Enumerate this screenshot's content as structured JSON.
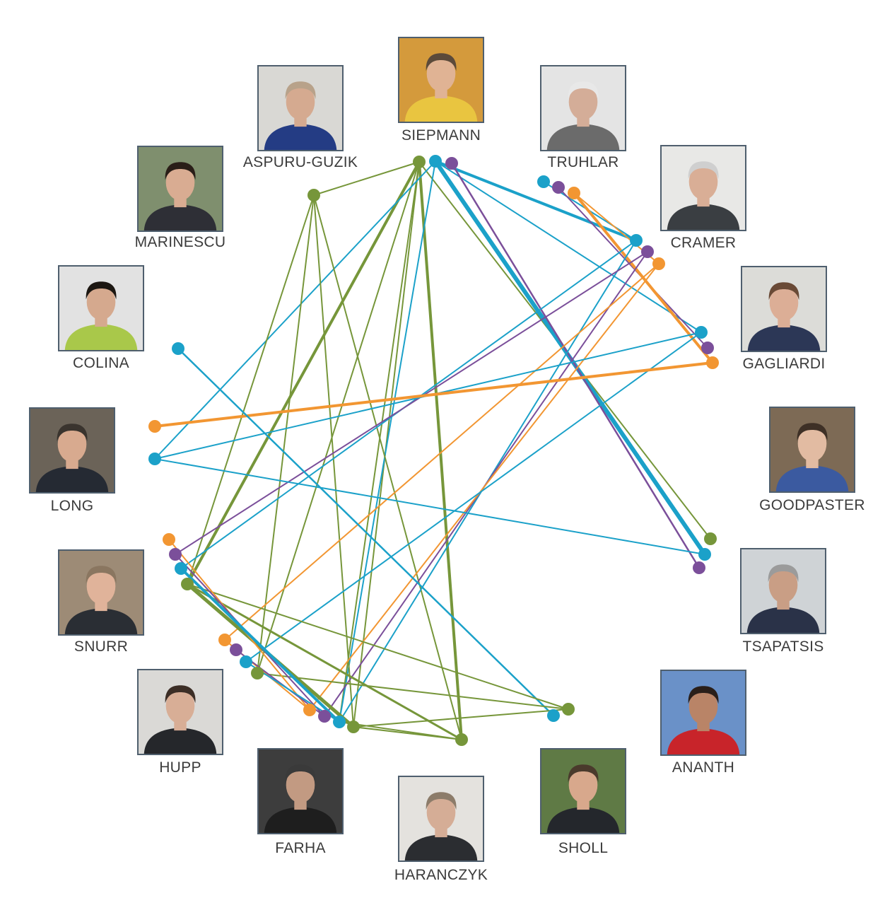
{
  "colors": {
    "green": "#76963a",
    "blue": "#1ba1c9",
    "purple": "#7b4f9a",
    "orange": "#f29632",
    "frame": "#4f5f6e",
    "label": "#3b3b3b"
  },
  "members": [
    {
      "id": "siepmann",
      "name": "SIEPMANN",
      "bg": "#d49a3c",
      "skin": "#e0b394",
      "hair": "#5b4a3a",
      "shirt": "#e9c540"
    },
    {
      "id": "truhlar",
      "name": "TRUHLAR",
      "bg": "#e4e4e4",
      "skin": "#d4ad98",
      "hair": "#e8e8e8",
      "shirt": "#6b6b6b"
    },
    {
      "id": "cramer",
      "name": "CRAMER",
      "bg": "#e8e8e6",
      "skin": "#d9ae96",
      "hair": "#cfcfcf",
      "shirt": "#3a3e42"
    },
    {
      "id": "gagliardi",
      "name": "GAGLIARDI",
      "bg": "#dcdcd8",
      "skin": "#dcae96",
      "hair": "#6a4a36",
      "shirt": "#2c3756"
    },
    {
      "id": "goodpaster",
      "name": "GOODPASTER",
      "bg": "#7d6a55",
      "skin": "#e2bba2",
      "hair": "#3e3026",
      "shirt": "#3b5aa0"
    },
    {
      "id": "tsapatsis",
      "name": "TSAPATSIS",
      "bg": "#cfd3d6",
      "skin": "#c99e85",
      "hair": "#9b9b9b",
      "shirt": "#2a3248"
    },
    {
      "id": "ananth",
      "name": "ANANTH",
      "bg": "#6a91c8",
      "skin": "#b98467",
      "hair": "#2a1f1a",
      "shirt": "#c8242a"
    },
    {
      "id": "sholl",
      "name": "SHOLL",
      "bg": "#5f7a45",
      "skin": "#d8a88c",
      "hair": "#4a3a2c",
      "shirt": "#24272c"
    },
    {
      "id": "haranczyk",
      "name": "HARANCZYK",
      "bg": "#e4e2de",
      "skin": "#d5ad96",
      "hair": "#8c7c6a",
      "shirt": "#2b2d31"
    },
    {
      "id": "farha",
      "name": "FARHA",
      "bg": "#3d3d3d",
      "skin": "#c29a82",
      "hair": "#3a3a3a",
      "shirt": "#1e1e1e"
    },
    {
      "id": "hupp",
      "name": "HUPP",
      "bg": "#dad9d6",
      "skin": "#d8ae96",
      "hair": "#3c2e26",
      "shirt": "#25272b"
    },
    {
      "id": "snurr",
      "name": "SNURR",
      "bg": "#9d8b76",
      "skin": "#e0b39a",
      "hair": "#8a7660",
      "shirt": "#2a2e34"
    },
    {
      "id": "long",
      "name": "LONG",
      "bg": "#6b6358",
      "skin": "#d8aa8f",
      "hair": "#3a342e",
      "shirt": "#252a33"
    },
    {
      "id": "colina",
      "name": "COLINA",
      "bg": "#e2e2e2",
      "skin": "#d5a98e",
      "hair": "#1c1712",
      "shirt": "#a9c84a"
    },
    {
      "id": "marinescu",
      "name": "MARINESCU",
      "bg": "#7f8f6e",
      "skin": "#d9ac92",
      "hair": "#2a1e18",
      "shirt": "#2e2f36"
    },
    {
      "id": "aspuru",
      "name": "ASPURU-GUZIK",
      "bg": "#d9d8d4",
      "skin": "#d5aa90",
      "hair": "#b8a28a",
      "shirt": "#243c84"
    }
  ],
  "legend": []
}
